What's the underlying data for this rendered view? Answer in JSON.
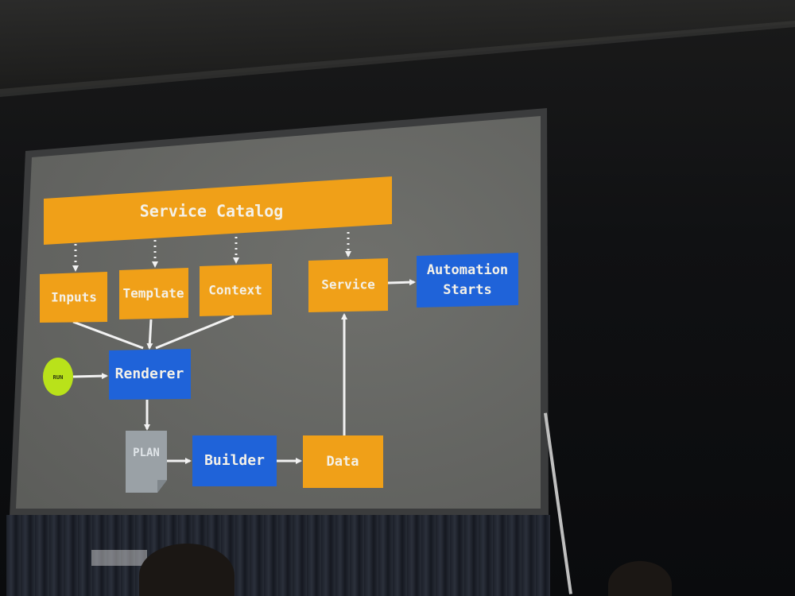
{
  "diagram": {
    "colors": {
      "orange": "#f0a018",
      "blue": "#1f63d9",
      "green": "#b9e21a",
      "doc": "#9aa1a6",
      "arrow": "#f2f2f2"
    },
    "nodes": {
      "service_catalog": "Service Catalog",
      "inputs": "Inputs",
      "template": "Template",
      "context": "Context",
      "service": "Service",
      "automation_starts_line1": "Automation",
      "automation_starts_line2": "Starts",
      "renderer": "Renderer",
      "start": "RUN",
      "plan": "PLAN",
      "builder": "Builder",
      "data": "Data"
    },
    "edges": [
      {
        "from": "Service Catalog",
        "to": "Inputs",
        "style": "dotted"
      },
      {
        "from": "Service Catalog",
        "to": "Template",
        "style": "dotted"
      },
      {
        "from": "Service Catalog",
        "to": "Context",
        "style": "dotted"
      },
      {
        "from": "Service Catalog",
        "to": "Service",
        "style": "dotted"
      },
      {
        "from": "Inputs",
        "to": "Renderer",
        "style": "solid"
      },
      {
        "from": "Template",
        "to": "Renderer",
        "style": "solid"
      },
      {
        "from": "Context",
        "to": "Renderer",
        "style": "solid"
      },
      {
        "from": "RUN",
        "to": "Renderer",
        "style": "solid"
      },
      {
        "from": "Renderer",
        "to": "PLAN",
        "style": "solid"
      },
      {
        "from": "PLAN",
        "to": "Builder",
        "style": "solid"
      },
      {
        "from": "Builder",
        "to": "Data",
        "style": "solid"
      },
      {
        "from": "Data",
        "to": "Service",
        "style": "solid"
      },
      {
        "from": "Service",
        "to": "Automation Starts",
        "style": "solid"
      }
    ]
  }
}
